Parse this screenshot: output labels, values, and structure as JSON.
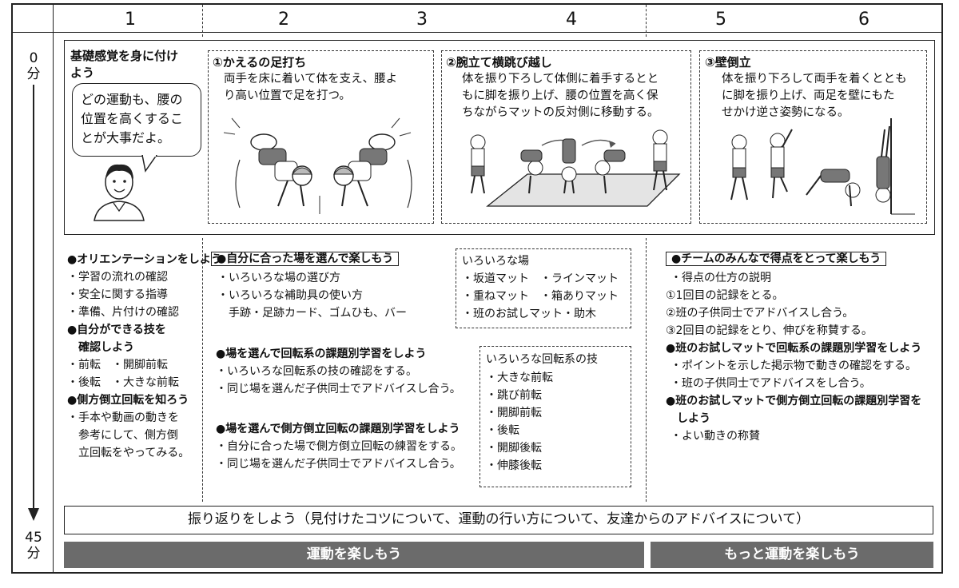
{
  "header": {
    "columns": [
      "1",
      "2",
      "3",
      "4",
      "5",
      "6"
    ]
  },
  "time": {
    "start_num": "0",
    "start_unit": "分",
    "end_num": "45",
    "end_unit": "分"
  },
  "intro": {
    "title_lines": [
      "基礎感覚を身に付け",
      "よう"
    ],
    "bubble_lines": [
      "どの運動も、腰の",
      "位置を高くするこ",
      "とが大事だよ。"
    ]
  },
  "exercises": [
    {
      "title": "①かえるの足打ち",
      "lines": [
        "両手を床に着いて体を支え、腰よ",
        "り高い位置で足を打つ。"
      ]
    },
    {
      "title": "②腕立て横跳び越し",
      "lines": [
        "体を振り下ろして体側に着手するとと",
        "もに脚を振り上げ、腰の位置を高く保",
        "ちながらマットの反対側に移動する。"
      ]
    },
    {
      "title": "③壁倒立",
      "lines": [
        "体を振り下ろして両手を着くととも",
        "に脚を振り上げ、両足を壁にもた",
        "せかけ逆さ姿勢になる。"
      ]
    }
  ],
  "col1": [
    {
      "text": "●オリエンテーションをしよう",
      "bold": true
    },
    {
      "text": "・学習の流れの確認"
    },
    {
      "text": "・安全に関する指導"
    },
    {
      "text": "・準備、片付けの確認"
    },
    {
      "text": "●自分ができる技を",
      "bold": true
    },
    {
      "text": "確認しよう",
      "bold": true,
      "indent": true
    },
    {
      "text": "・前転　・開脚前転"
    },
    {
      "text": "・後転　・大きな前転"
    },
    {
      "text": "●側方倒立回転を知ろう",
      "bold": true
    },
    {
      "text": "・手本や動画の動きを"
    },
    {
      "text": "参考にして、側方倒",
      "indent": true
    },
    {
      "text": "立回転をやってみる。",
      "indent": true
    }
  ],
  "col2": {
    "framed_title": "●自分に合った場を選んで楽しもう",
    "lines1": [
      "・いろいろな場の選び方",
      "・いろいろな補助具の使い方",
      "手跡・足跡カード、ゴムひも、バー"
    ],
    "title2": "●場を選んで回転系の課題別学習をしよう",
    "lines2": [
      "・いろいろな回転系の技の確認をする。",
      "・同じ場を選んだ子供同士でアドバイスし合う。"
    ],
    "title3": "●場を選んで側方倒立回転の課題別学習をしよう",
    "lines3": [
      "・自分に合った場で側方倒立回転の練習をする。",
      "・同じ場を選んだ子供同士でアドバイスし合う。"
    ]
  },
  "places": {
    "title": "いろいろな場",
    "lines": [
      "・坂道マット　・ラインマット",
      "・重ねマット　・箱ありマット",
      "・班のお試しマット・助木"
    ]
  },
  "techniques": {
    "title": "いろいろな回転系の技",
    "lines": [
      "・大きな前転",
      "・跳び前転",
      "・開脚前転",
      "・後転",
      "・開脚後転",
      "・伸膝後転"
    ]
  },
  "col3": {
    "framed_title": "●チームのみんなで得点をとって楽しもう",
    "lines1": [
      "・得点の仕方の説明",
      "①1回目の記録をとる。",
      "②班の子供同士でアドバイスし合う。",
      "③2回目の記録をとり、伸びを称賛する。"
    ],
    "title2": "●班のお試しマットで回転系の課題別学習をしよう",
    "lines2": [
      "・ポイントを示した掲示物で動きの確認をする。",
      "・班の子供同士でアドバイスをし合う。"
    ],
    "title3_lines": [
      "●班のお試しマットで側方倒立回転の課題別学習を",
      "しよう"
    ],
    "lines3": [
      "・よい動きの称賛"
    ]
  },
  "reflection": "振り返りをしよう（見付けたコツについて、運動の行い方について、友達からのアドバイスについて）",
  "bars": {
    "left": "運動を楽しもう",
    "right": "もっと運動を楽しもう",
    "color": "#6b6b6b"
  }
}
